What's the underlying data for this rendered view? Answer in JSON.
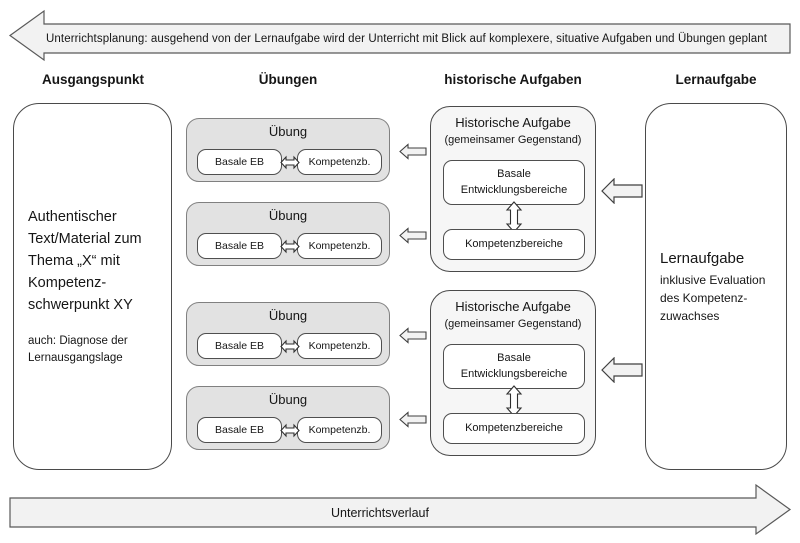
{
  "top_banner": {
    "text": "Unterrichtsplanung: ausgehend von der Lernaufgabe wird der Unterricht mit Blick auf komplexere, situative Aufgaben und Übungen geplant",
    "direction": "left"
  },
  "column_headers": [
    {
      "label": "Ausgangspunkt"
    },
    {
      "label": "Übungen"
    },
    {
      "label": "historische Aufgaben"
    },
    {
      "label": "Lernaufgabe"
    }
  ],
  "start_box": {
    "main_text": "Authentischer Text/Material zum Thema „X“ mit Kompetenz-schwerpunkt XY",
    "sub_text": "auch: Diagnose der Lernausgangslage"
  },
  "uebungen": [
    {
      "title": "Übung",
      "left_chip": "Basale EB",
      "right_chip": "Kompetenzb."
    },
    {
      "title": "Übung",
      "left_chip": "Basale EB",
      "right_chip": "Kompetenzb."
    },
    {
      "title": "Übung",
      "left_chip": "Basale EB",
      "right_chip": "Kompetenzb."
    },
    {
      "title": "Übung",
      "left_chip": "Basale EB",
      "right_chip": "Kompetenzb."
    }
  ],
  "historische_aufgaben": [
    {
      "title": "Historische Aufgabe",
      "subtitle": "(gemeinsamer Gegenstand)",
      "top_chip": "Basale Entwicklungsbereiche",
      "bottom_chip": "Kompetenzbereiche"
    },
    {
      "title": "Historische Aufgabe",
      "subtitle": "(gemeinsamer Gegenstand)",
      "top_chip": "Basale Entwicklungsbereiche",
      "bottom_chip": "Kompetenzbereiche"
    }
  ],
  "learning_task_box": {
    "title": "Lernaufgabe",
    "sub_text": "inklusive Evaluation des Kompetenz-zuwachses"
  },
  "bottom_banner": {
    "text": "Unterrichtsverlauf",
    "direction": "right"
  },
  "colors": {
    "banner_fill": "#f2f2f2",
    "banner_stroke": "#595959",
    "uebung_fill": "#e2e2e2",
    "uebung_stroke": "#808080",
    "hist_fill": "#f6f6f6",
    "box_stroke": "#4a4a4a",
    "chip_fill": "#ffffff",
    "arrow_fill": "#f2f2f2",
    "arrow_stroke": "#3f3f3f",
    "text": "#161616",
    "page_bg": "#ffffff"
  }
}
